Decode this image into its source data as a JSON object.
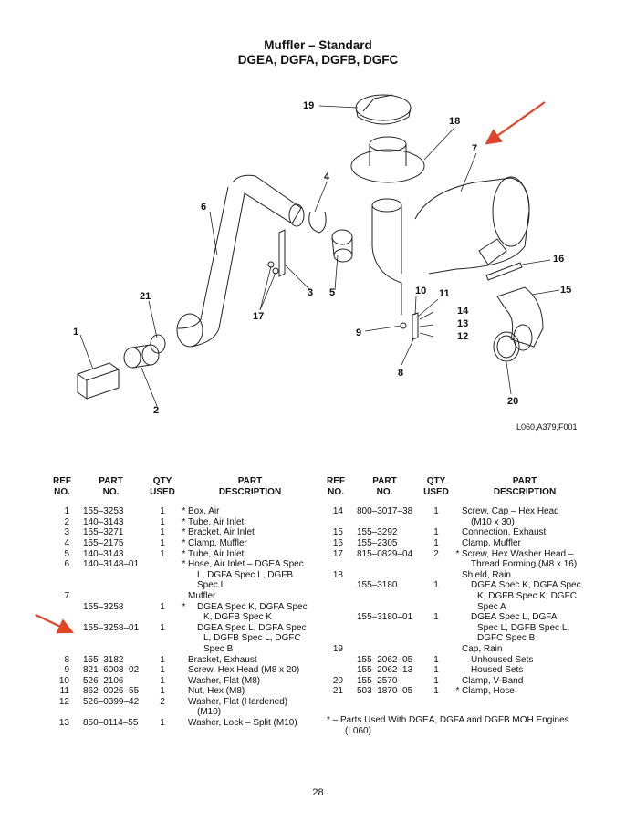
{
  "title_line1": "Muffler – Standard",
  "title_line2": "DGEA, DGFA, DGFB, DGFC",
  "figure_ref": "L060,A379,F001",
  "callouts": [
    "1",
    "2",
    "3",
    "4",
    "5",
    "6",
    "7",
    "8",
    "9",
    "10",
    "11",
    "12",
    "13",
    "14",
    "15",
    "16",
    "17",
    "18",
    "19",
    "20",
    "21"
  ],
  "headers": {
    "ref_1": "REF",
    "ref_2": "NO.",
    "part_1": "PART",
    "part_2": "NO.",
    "qty_1": "QTY",
    "qty_2": "USED",
    "desc_1": "PART",
    "desc_2": "DESCRIPTION"
  },
  "left_rows": [
    {
      "ref": "1",
      "part": "155–3253",
      "qty": "1",
      "star": "*",
      "desc": [
        "Box, Air"
      ]
    },
    {
      "ref": "2",
      "part": "140–3143",
      "qty": "1",
      "star": "*",
      "desc": [
        "Tube, Air Inlet"
      ]
    },
    {
      "ref": "3",
      "part": "155–3271",
      "qty": "1",
      "star": "*",
      "desc": [
        "Bracket, Air Inlet"
      ]
    },
    {
      "ref": "4",
      "part": "155–2175",
      "qty": "1",
      "star": "*",
      "desc": [
        "Clamp, Muffler"
      ]
    },
    {
      "ref": "5",
      "part": "140–3143",
      "qty": "1",
      "star": "*",
      "desc": [
        "Tube, Air Inlet"
      ]
    },
    {
      "ref": "6",
      "part": "140–3148–01",
      "qty": "",
      "star": "*",
      "desc": [
        "Hose, Air Inlet – DGEA Spec",
        "L, DGFA Spec L, DGFB",
        "Spec L"
      ]
    },
    {
      "ref": "7",
      "part": "",
      "qty": "",
      "star": "",
      "desc": [
        "Muffler"
      ]
    },
    {
      "ref": "",
      "part": "155–3258",
      "qty": "1",
      "star": "*",
      "desc": [
        "DGEA Spec K, DGFA Spec",
        "K, DGFB Spec K"
      ]
    },
    {
      "ref": "",
      "part": "155–3258–01",
      "qty": "1",
      "star": "",
      "desc": [
        "DGEA Spec L, DGFA Spec",
        "L, DGFB Spec L, DGFC",
        "Spec B"
      ]
    },
    {
      "ref": "8",
      "part": "155–3182",
      "qty": "1",
      "star": "",
      "desc": [
        "Bracket, Exhaust"
      ]
    },
    {
      "ref": "9",
      "part": "821–6003–02",
      "qty": "1",
      "star": "",
      "desc": [
        "Screw, Hex Head (M8 x 20)"
      ]
    },
    {
      "ref": "10",
      "part": "526–2106",
      "qty": "1",
      "star": "",
      "desc": [
        "Washer, Flat (M8)"
      ]
    },
    {
      "ref": "11",
      "part": "862–0026–55",
      "qty": "1",
      "star": "",
      "desc": [
        "Nut, Hex (M8)"
      ]
    },
    {
      "ref": "12",
      "part": "526–0399–42",
      "qty": "2",
      "star": "",
      "desc": [
        "Washer, Flat (Hardened)",
        "(M10)"
      ]
    },
    {
      "ref": "13",
      "part": "850–0114–55",
      "qty": "1",
      "star": "",
      "desc": [
        "Washer, Lock – Split (M10)"
      ]
    }
  ],
  "right_rows": [
    {
      "ref": "14",
      "part": "800–3017–38",
      "qty": "1",
      "star": "",
      "desc": [
        "Screw, Cap – Hex Head",
        "(M10 x 30)"
      ]
    },
    {
      "ref": "15",
      "part": "155–3292",
      "qty": "1",
      "star": "",
      "desc": [
        "Connection, Exhaust"
      ]
    },
    {
      "ref": "16",
      "part": "155–2305",
      "qty": "1",
      "star": "",
      "desc": [
        "Clamp, Muffler"
      ]
    },
    {
      "ref": "17",
      "part": "815–0829–04",
      "qty": "2",
      "star": "*",
      "desc": [
        "Screw, Hex Washer Head –",
        "Thread Forming (M8 x 16)"
      ]
    },
    {
      "ref": "18",
      "part": "",
      "qty": "",
      "star": "",
      "desc": [
        "Shield, Rain"
      ]
    },
    {
      "ref": "",
      "part": "155–3180",
      "qty": "1",
      "star": "",
      "desc": [
        "DGEA Spec K, DGFA Spec",
        "K, DGFB Spec K, DGFC",
        "Spec A"
      ]
    },
    {
      "ref": "",
      "part": "155–3180–01",
      "qty": "1",
      "star": "",
      "desc": [
        "DGEA Spec L, DGFA",
        "Spec L, DGFB Spec L,",
        "DGFC Spec B"
      ]
    },
    {
      "ref": "19",
      "part": "",
      "qty": "",
      "star": "",
      "desc": [
        "Cap, Rain"
      ]
    },
    {
      "ref": "",
      "part": "155–2062–05",
      "qty": "1",
      "star": "",
      "desc": [
        "Unhoused Sets"
      ]
    },
    {
      "ref": "",
      "part": "155–2062–13",
      "qty": "1",
      "star": "",
      "desc": [
        "Housed Sets"
      ]
    },
    {
      "ref": "20",
      "part": "155–2570",
      "qty": "1",
      "star": "",
      "desc": [
        "Clamp, V-Band"
      ]
    },
    {
      "ref": "21",
      "part": "503–1870–05",
      "qty": "1",
      "star": "*",
      "desc": [
        "Clamp, Hose"
      ]
    }
  ],
  "footnote_line1": "* – Parts Used With DGEA, DGFA and DGFB MOH Engines",
  "footnote_line2": "(L060)",
  "page_number": "28",
  "annotation_color": "#e0452a"
}
